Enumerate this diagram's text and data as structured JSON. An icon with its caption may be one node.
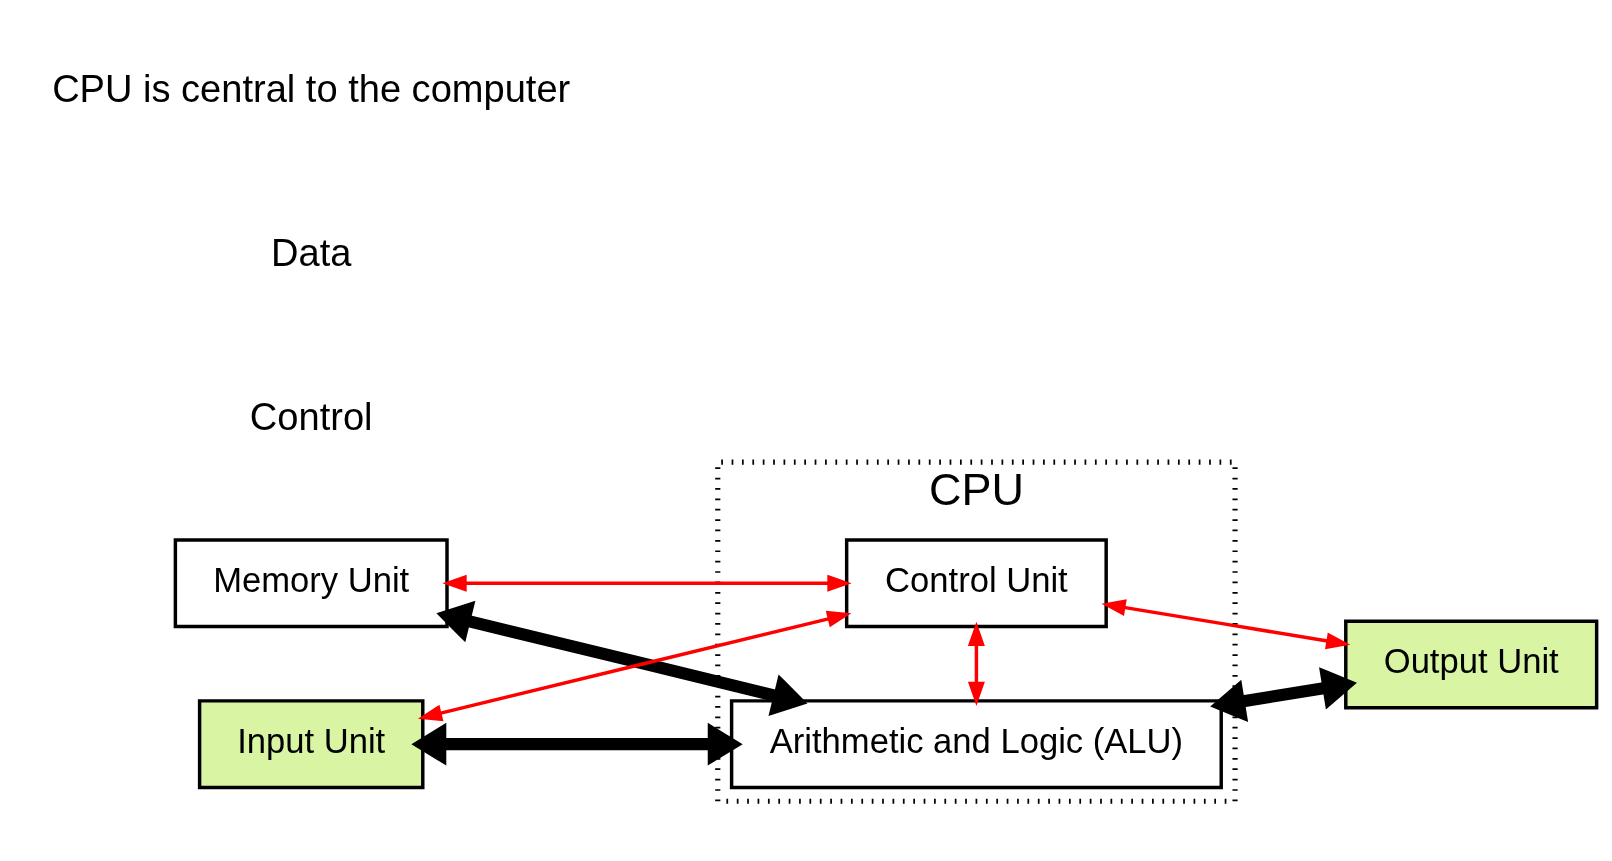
{
  "diagram": {
    "nodes": [
      {
        "text": [
          "Memory Unit"
        ]
      },
      {
        "text": [
          "CPU"
        ]
      },
      {
        "text": [
          "Arithmetic and Logic (ALU)"
        ],
        "in": 1
      },
      {
        "text": [
          "Input Unit"
        ]
      },
      {
        "text": [
          "Output Unit"
        ]
      },
      {
        "text": [
          "Control Unit"
        ],
        "in": 1
      }
    ],
    "edges": [
      {
        "from": 0,
        "to": 2,
        "arrow": "both",
        "style": "thick",
        "color": "#000000"
      },
      {
        "from": 3,
        "to": 2,
        "arrow": "both",
        "style": "thick",
        "color": "#000000"
      },
      {
        "from": 2,
        "to": 4,
        "arrow": "both",
        "style": "thick",
        "color": "#000000"
      },
      {
        "from": 3,
        "to": 5,
        "arrow": "both"
      },
      {
        "from": 2,
        "to": 5,
        "arrow": "both"
      },
      {
        "from": 4,
        "to": 5,
        "arrow": "both"
      },
      {
        "from": 5,
        "to": 0,
        "arrow": "both"
      }
    ],
    "labels": [
      "CPU is central to the computer"
    ],
    "legend": [
      {
        "text": "Data"
      },
      {
        "text": "Control"
      }
    ]
  }
}
